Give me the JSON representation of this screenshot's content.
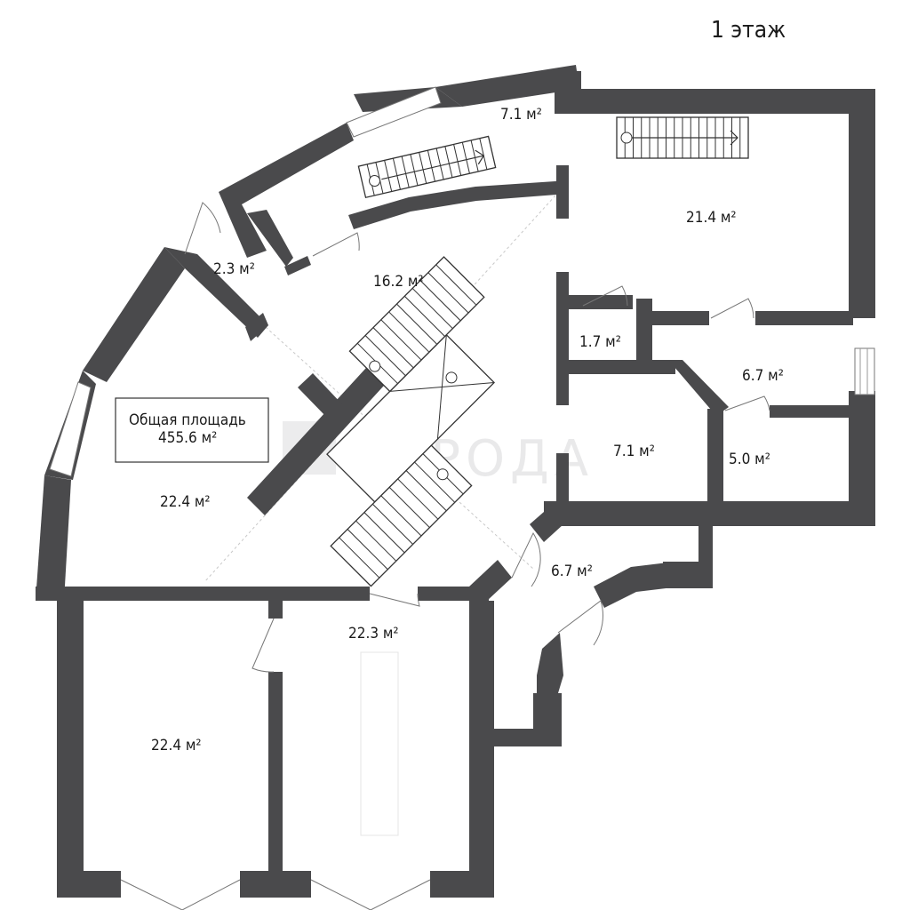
{
  "floor_label": "1 этаж",
  "total_area": {
    "label": "Общая площадь",
    "value": "455.6 м²"
  },
  "watermark": "ПОРОДА",
  "rooms": [
    {
      "id": "upper-corridor",
      "area": "7.1 м²"
    },
    {
      "id": "room-top-right",
      "area": "21.4 м²"
    },
    {
      "id": "vestibule-small",
      "area": "2.3 м²"
    },
    {
      "id": "central-hall",
      "area": "16.2 м²"
    },
    {
      "id": "closet",
      "area": "1.7 м²"
    },
    {
      "id": "corridor-right",
      "area": "6.7 м²"
    },
    {
      "id": "room-center-right",
      "area": "7.1 м²"
    },
    {
      "id": "room-right",
      "area": "5.0 м²"
    },
    {
      "id": "room-left",
      "area": "22.4 м²"
    },
    {
      "id": "room-bottom-entry",
      "area": "6.7 м²"
    },
    {
      "id": "room-bottom-middle",
      "area": "22.3 м²"
    },
    {
      "id": "room-bottom-left",
      "area": "22.4 м²"
    }
  ],
  "colors": {
    "wall": "#4a4a4c",
    "background": "#ffffff"
  }
}
